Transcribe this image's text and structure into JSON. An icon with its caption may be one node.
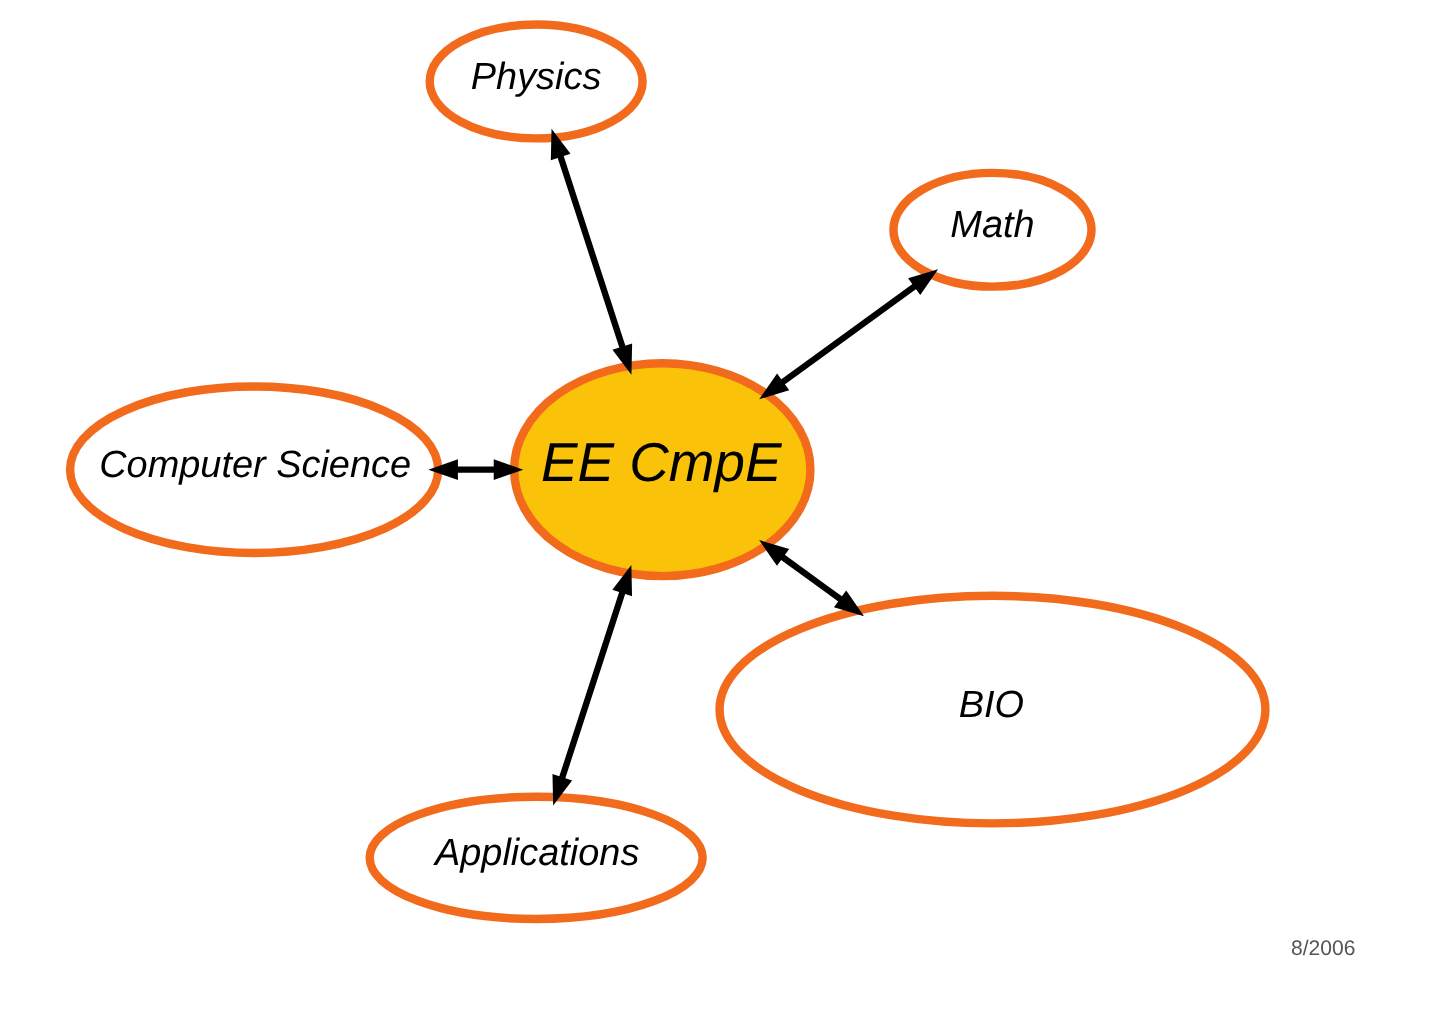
{
  "diagram": {
    "nodes": [
      {
        "text": [
          "EE CmpE"
        ]
      },
      {
        "text": [
          "Math"
        ]
      },
      {
        "text": [
          "Physics"
        ]
      },
      {
        "text": [
          "Computer Science"
        ]
      },
      {
        "text": [
          "Applications"
        ]
      },
      {
        "text": [
          "BIO"
        ]
      }
    ],
    "edges": [
      {
        "from": 1,
        "to": 0,
        "arrow": "both"
      },
      {
        "from": 2,
        "to": 0,
        "arrow": "both"
      },
      {
        "from": 3,
        "to": 0,
        "arrow": "both"
      },
      {
        "from": 4,
        "to": 0,
        "arrow": "both"
      },
      {
        "from": 5,
        "to": 0,
        "arrow": "both"
      }
    ],
    "labels": [
      "8/2006"
    ]
  }
}
